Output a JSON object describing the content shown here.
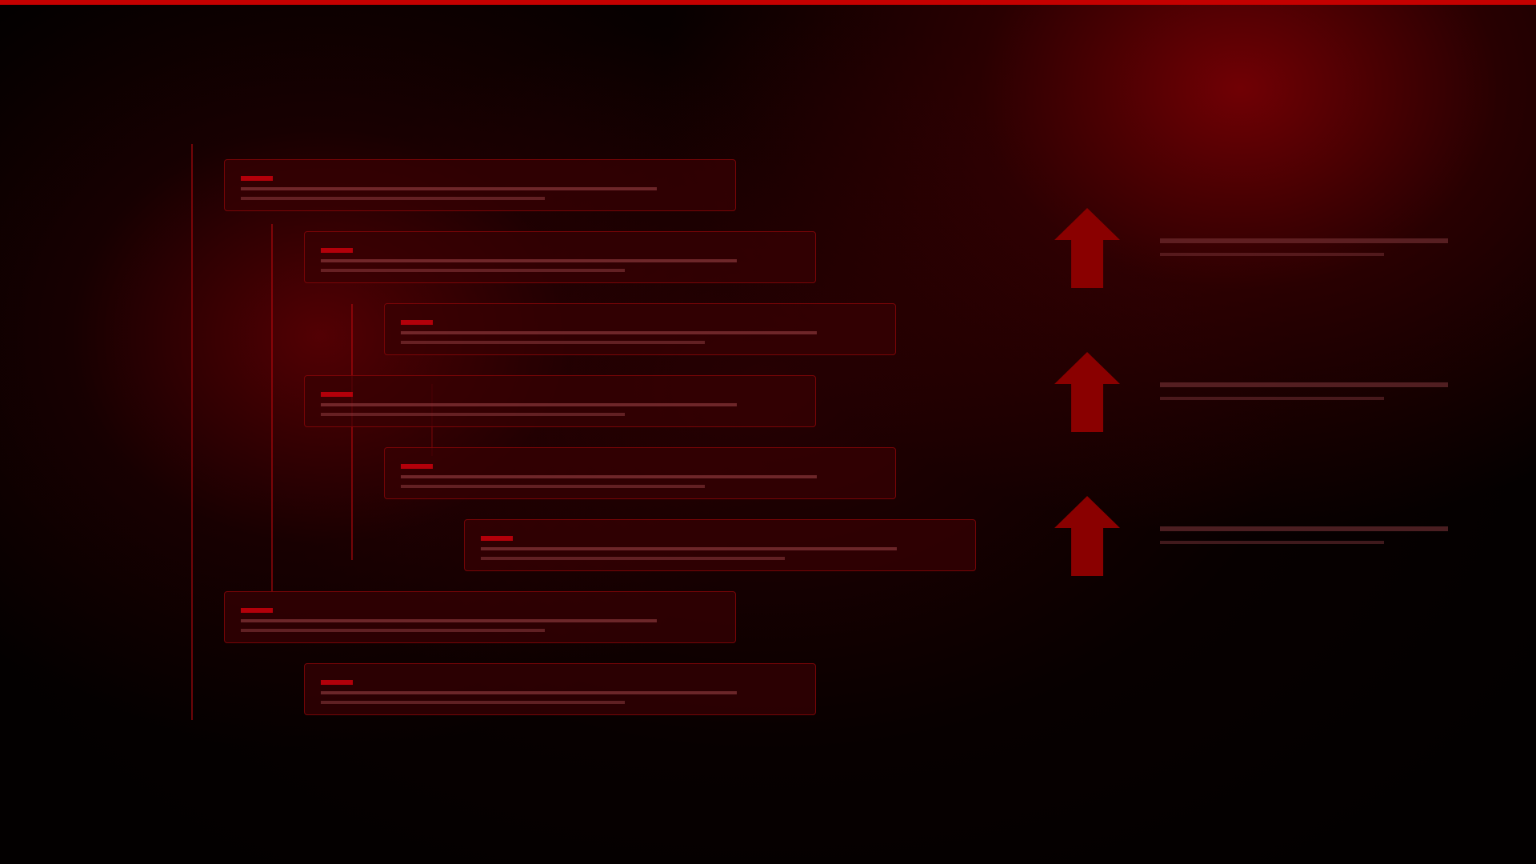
{
  "colors": {
    "accent": "#c40000",
    "node_border": "#96050a",
    "node_fill": "#370003",
    "tag": "#b3000a",
    "arrow": "#8a0000",
    "placeholder_text": "#a0464b"
  },
  "tree": {
    "nodes": [
      {
        "level": 0
      },
      {
        "level": 1
      },
      {
        "level": 2
      },
      {
        "level": 1
      },
      {
        "level": 2
      },
      {
        "level": 3
      },
      {
        "level": 0
      },
      {
        "level": 1
      }
    ]
  },
  "legend": {
    "items": [
      {
        "icon": "arrow-up-icon"
      },
      {
        "icon": "arrow-up-icon"
      },
      {
        "icon": "arrow-up-icon"
      }
    ]
  }
}
